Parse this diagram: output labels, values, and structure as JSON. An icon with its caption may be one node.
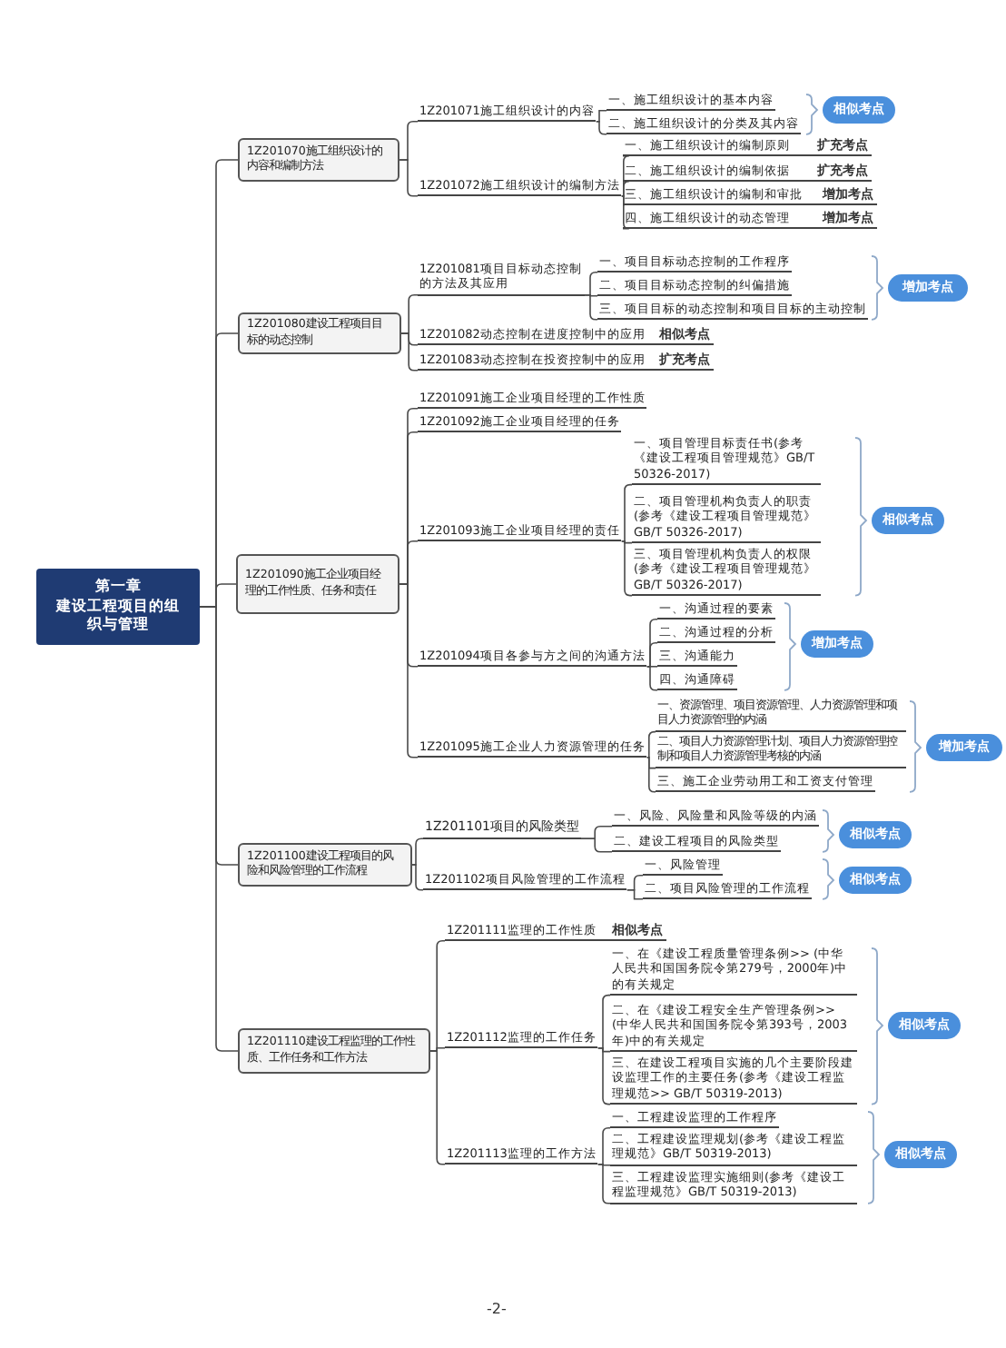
{
  "diagram": {
    "nodes": [
      {
        "text": [
          "第一章",
          "建设工程项目的组织与管理"
        ]
      },
      {
        "text": [
          "1Z201070施工组织设计的内容和编制方法"
        ]
      },
      {
        "text": [
          "1Z201071施工组织设计的内容"
        ]
      },
      {
        "text": [
          "一、施工组织设计的基本内容"
        ]
      },
      {
        "text": [
          "二、施工组织设计的分类及其内容"
        ]
      },
      {
        "text": [
          "相似考点"
        ]
      },
      {
        "text": [
          "1Z201072施工组织设计的编制方法"
        ]
      },
      {
        "text": [
          "一、施工组织设计的编制原则"
        ],
        "beside": [
          "扩充考点"
        ]
      },
      {
        "text": [
          "二、施工组织设计的编制依据"
        ],
        "beside": [
          "扩充考点"
        ]
      },
      {
        "text": [
          "三、施工组织设计的编制和审批"
        ],
        "beside": [
          "增加考点"
        ]
      },
      {
        "text": [
          "四、施工组织设计的动态管理"
        ],
        "beside": [
          "增加考点"
        ]
      },
      {
        "text": [
          "1Z201080建设工程项目目标的动态控制"
        ]
      },
      {
        "text": [
          "1Z201081项目目标动态控制的方法及其应用"
        ]
      },
      {
        "text": [
          "一、项目目标动态控制的工作程序"
        ]
      },
      {
        "text": [
          "二、项目目标动态控制的纠偏措施"
        ]
      },
      {
        "text": [
          "三、项目目标的动态控制和项目目标的主动控制"
        ]
      },
      {
        "text": [
          "增加考点"
        ]
      },
      {
        "text": [
          "1Z201082动态控制在进度控制中的应用"
        ],
        "beside": [
          "相似考点"
        ]
      },
      {
        "text": [
          "1Z201083动态控制在投资控制中的应用"
        ],
        "beside": [
          "扩充考点"
        ]
      },
      {
        "text": [
          "1Z201090施工企业项目经理的工作性质、任务和责任"
        ]
      },
      {
        "text": [
          "1Z201091施工企业项目经理的工作性质"
        ]
      },
      {
        "text": [
          "1Z201092施工企业项目经理的任务"
        ]
      },
      {
        "text": [
          "1Z201093施工企业项目经理的责任"
        ]
      },
      {
        "text": [
          "一、项目管理目标责任书(参考《建设工程项目管理规范》GB/T 50326-2017)"
        ]
      },
      {
        "text": [
          "二、项目管理机构负责人的职责(参考《建设工程项目管理规范》GB/T 50326-2017)"
        ]
      },
      {
        "text": [
          "三、项目管理机构负责人的权限(参考《建设工程项目管理规范》GB/T 50326-2017)"
        ]
      },
      {
        "text": [
          "相似考点"
        ]
      },
      {
        "text": [
          "1Z201094项目各参与方之间的沟通方法"
        ]
      },
      {
        "text": [
          "一、沟通过程的要素"
        ]
      },
      {
        "text": [
          "二、沟通过程的分析"
        ]
      },
      {
        "text": [
          "三、沟通能力"
        ]
      },
      {
        "text": [
          "四、沟通障碍"
        ]
      },
      {
        "text": [
          "增加考点"
        ]
      },
      {
        "text": [
          "1Z201095施工企业人力资源管理的任务"
        ]
      },
      {
        "text": [
          "一、资源管理、项目资源管理、人力资源管理和项目人力资源管理的内涵"
        ]
      },
      {
        "text": [
          "二、项目人力资源管理计划、项目人力资源管理控制和项目人力资源管理考核的内涵"
        ]
      },
      {
        "text": [
          "三、施工企业劳动用工和工资支付管理"
        ]
      },
      {
        "text": [
          "增加考点"
        ]
      },
      {
        "text": [
          "1Z201100建设工程项目的风险和风险管理的工作流程"
        ]
      },
      {
        "text": [
          "1Z201101项目的风险类型"
        ]
      },
      {
        "text": [
          "一、风险、风险量和风险等级的内涵"
        ]
      },
      {
        "text": [
          "二、建设工程项目的风险类型"
        ]
      },
      {
        "text": [
          "相似考点"
        ]
      },
      {
        "text": [
          "1Z201102项目风险管理的工作流程"
        ]
      },
      {
        "text": [
          "一、风险管理"
        ]
      },
      {
        "text": [
          "二、项目风险管理的工作流程"
        ]
      },
      {
        "text": [
          "相似考点"
        ]
      },
      {
        "text": [
          "1Z201110建设工程监理的工作性质、工作任务和工作方法"
        ]
      },
      {
        "text": [
          "1Z201111监理的工作性质"
        ],
        "beside": [
          "相似考点"
        ]
      },
      {
        "text": [
          "1Z201112监理的工作任务"
        ]
      },
      {
        "text": [
          "一、在《建设工程质量管理条例>> (中华人民共和国国务院令第279号，2000年)中的有关规定"
        ]
      },
      {
        "text": [
          "二、在《建设工程安全生产管理条例>> (中华人民共和国国务院令第393号，2003年)中的有关规定"
        ]
      },
      {
        "text": [
          "三、在建设工程项目实施的几个主要阶段建设监理工作的主要任务(参考《建设工程监理规范>> GB/T 50319-2013)"
        ]
      },
      {
        "text": [
          "相似考点"
        ]
      },
      {
        "text": [
          "1Z201113监理的工作方法"
        ]
      },
      {
        "text": [
          "一、工程建设监理的工作程序"
        ]
      },
      {
        "text": [
          "二、工程建设监理规划(参考《建设工程监理规范》GB/T 50319-2013)"
        ]
      },
      {
        "text": [
          "三、工程建设监理实施细则(参考《建设工程监理规范》GB/T 50319-2013)"
        ]
      },
      {
        "text": [
          "相似考点"
        ]
      }
    ],
    "edges": [
      {
        "from": 0,
        "to": 1,
        "arrow": "none"
      },
      {
        "from": 0,
        "to": 11,
        "arrow": "none"
      },
      {
        "from": 0,
        "to": 19,
        "arrow": "none"
      },
      {
        "from": 0,
        "to": 38,
        "arrow": "none"
      },
      {
        "from": 0,
        "to": 47,
        "arrow": "none"
      },
      {
        "from": 1,
        "to": 2,
        "arrow": "none"
      },
      {
        "from": 1,
        "to": 6,
        "arrow": "none"
      },
      {
        "from": 2,
        "to": 3,
        "arrow": "none"
      },
      {
        "from": 2,
        "to": 4,
        "arrow": "none"
      },
      {
        "from": 6,
        "to": 7,
        "arrow": "none"
      },
      {
        "from": 6,
        "to": 8,
        "arrow": "none"
      },
      {
        "from": 6,
        "to": 9,
        "arrow": "none"
      },
      {
        "from": 6,
        "to": 10,
        "arrow": "none"
      },
      {
        "from": 11,
        "to": 12,
        "arrow": "none"
      },
      {
        "from": 11,
        "to": 17,
        "arrow": "none"
      },
      {
        "from": 11,
        "to": 18,
        "arrow": "none"
      },
      {
        "from": 12,
        "to": 13,
        "arrow": "none"
      },
      {
        "from": 12,
        "to": 14,
        "arrow": "none"
      },
      {
        "from": 12,
        "to": 15,
        "arrow": "none"
      },
      {
        "from": 19,
        "to": 20,
        "arrow": "none"
      },
      {
        "from": 19,
        "to": 21,
        "arrow": "none"
      },
      {
        "from": 19,
        "to": 22,
        "arrow": "none"
      },
      {
        "from": 19,
        "to": 27,
        "arrow": "none"
      },
      {
        "from": 19,
        "to": 33,
        "arrow": "none"
      },
      {
        "from": 22,
        "to": 23,
        "arrow": "none"
      },
      {
        "from": 22,
        "to": 24,
        "arrow": "none"
      },
      {
        "from": 22,
        "to": 25,
        "arrow": "none"
      },
      {
        "from": 27,
        "to": 28,
        "arrow": "none"
      },
      {
        "from": 27,
        "to": 29,
        "arrow": "none"
      },
      {
        "from": 27,
        "to": 30,
        "arrow": "none"
      },
      {
        "from": 27,
        "to": 31,
        "arrow": "none"
      },
      {
        "from": 33,
        "to": 34,
        "arrow": "none"
      },
      {
        "from": 33,
        "to": 35,
        "arrow": "none"
      },
      {
        "from": 33,
        "to": 36,
        "arrow": "none"
      },
      {
        "from": 38,
        "to": 39,
        "arrow": "none"
      },
      {
        "from": 38,
        "to": 43,
        "arrow": "none"
      },
      {
        "from": 39,
        "to": 40,
        "arrow": "none"
      },
      {
        "from": 39,
        "to": 41,
        "arrow": "none"
      },
      {
        "from": 43,
        "to": 44,
        "arrow": "none"
      },
      {
        "from": 43,
        "to": 45,
        "arrow": "none"
      },
      {
        "from": 47,
        "to": 48,
        "arrow": "none"
      },
      {
        "from": 47,
        "to": 49,
        "arrow": "none"
      },
      {
        "from": 47,
        "to": 54,
        "arrow": "none"
      },
      {
        "from": 49,
        "to": 50,
        "arrow": "none"
      },
      {
        "from": 49,
        "to": 51,
        "arrow": "none"
      },
      {
        "from": 49,
        "to": 52,
        "arrow": "none"
      },
      {
        "from": 54,
        "to": 55,
        "arrow": "none"
      },
      {
        "from": 54,
        "to": 56,
        "arrow": "none"
      },
      {
        "from": 54,
        "to": 57,
        "arrow": "none"
      }
    ],
    "labels": [
      "-2-"
    ]
  }
}
